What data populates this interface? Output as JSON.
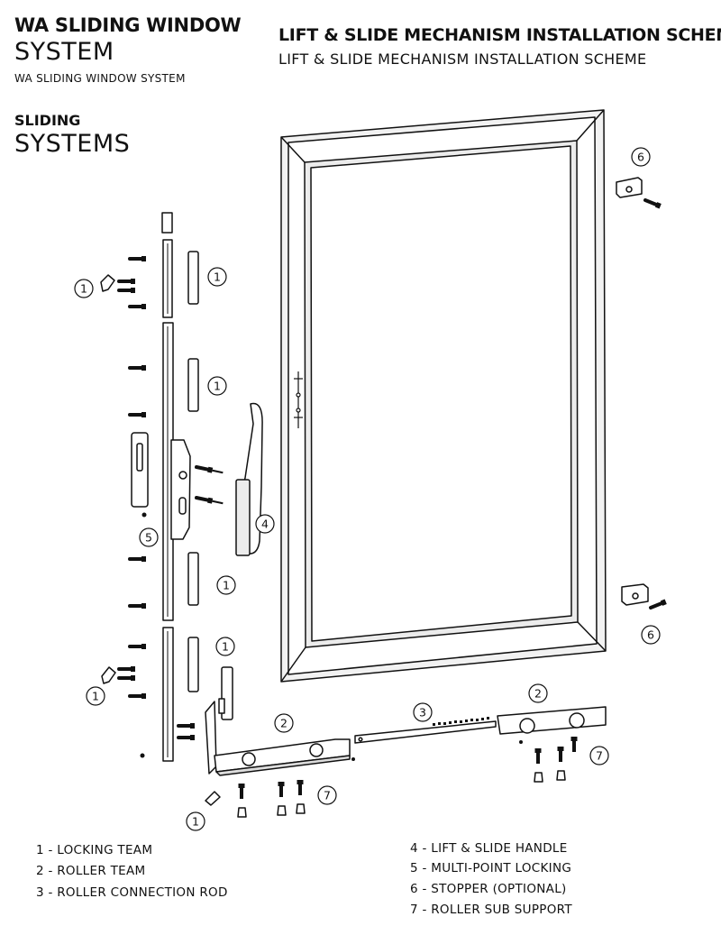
{
  "header": {
    "brand_bold": "WA SLIDING WINDOW",
    "brand_light": "SYSTEM",
    "brand_small": "WA SLIDING WINDOW SYSTEM",
    "category_bold": "SLIDING",
    "category_light": "SYSTEMS",
    "title_bold": "LIFT & SLIDE MECHANISM INSTALLATION SCHEME",
    "title_light": "LIFT & SLIDE MECHANISM INSTALLATION SCHEME"
  },
  "callouts": [
    "1",
    "1",
    "1",
    "1",
    "1",
    "1",
    "1",
    "2",
    "2",
    "3",
    "4",
    "5",
    "6",
    "6",
    "7",
    "7"
  ],
  "legend": [
    "1 - LOCKING TEAM",
    "2 - ROLLER TEAM",
    "3 - ROLLER CONNECTION ROD",
    "4 - LIFT & SLIDE HANDLE",
    "5 - MULTI-POINT LOCKING",
    "6 - STOPPER (OPTIONAL)",
    "7 - ROLLER SUB SUPPORT"
  ],
  "colors": {
    "ink": "#111111",
    "part_fill": "#ffffff",
    "frame_shade": "#e6e6e6"
  }
}
